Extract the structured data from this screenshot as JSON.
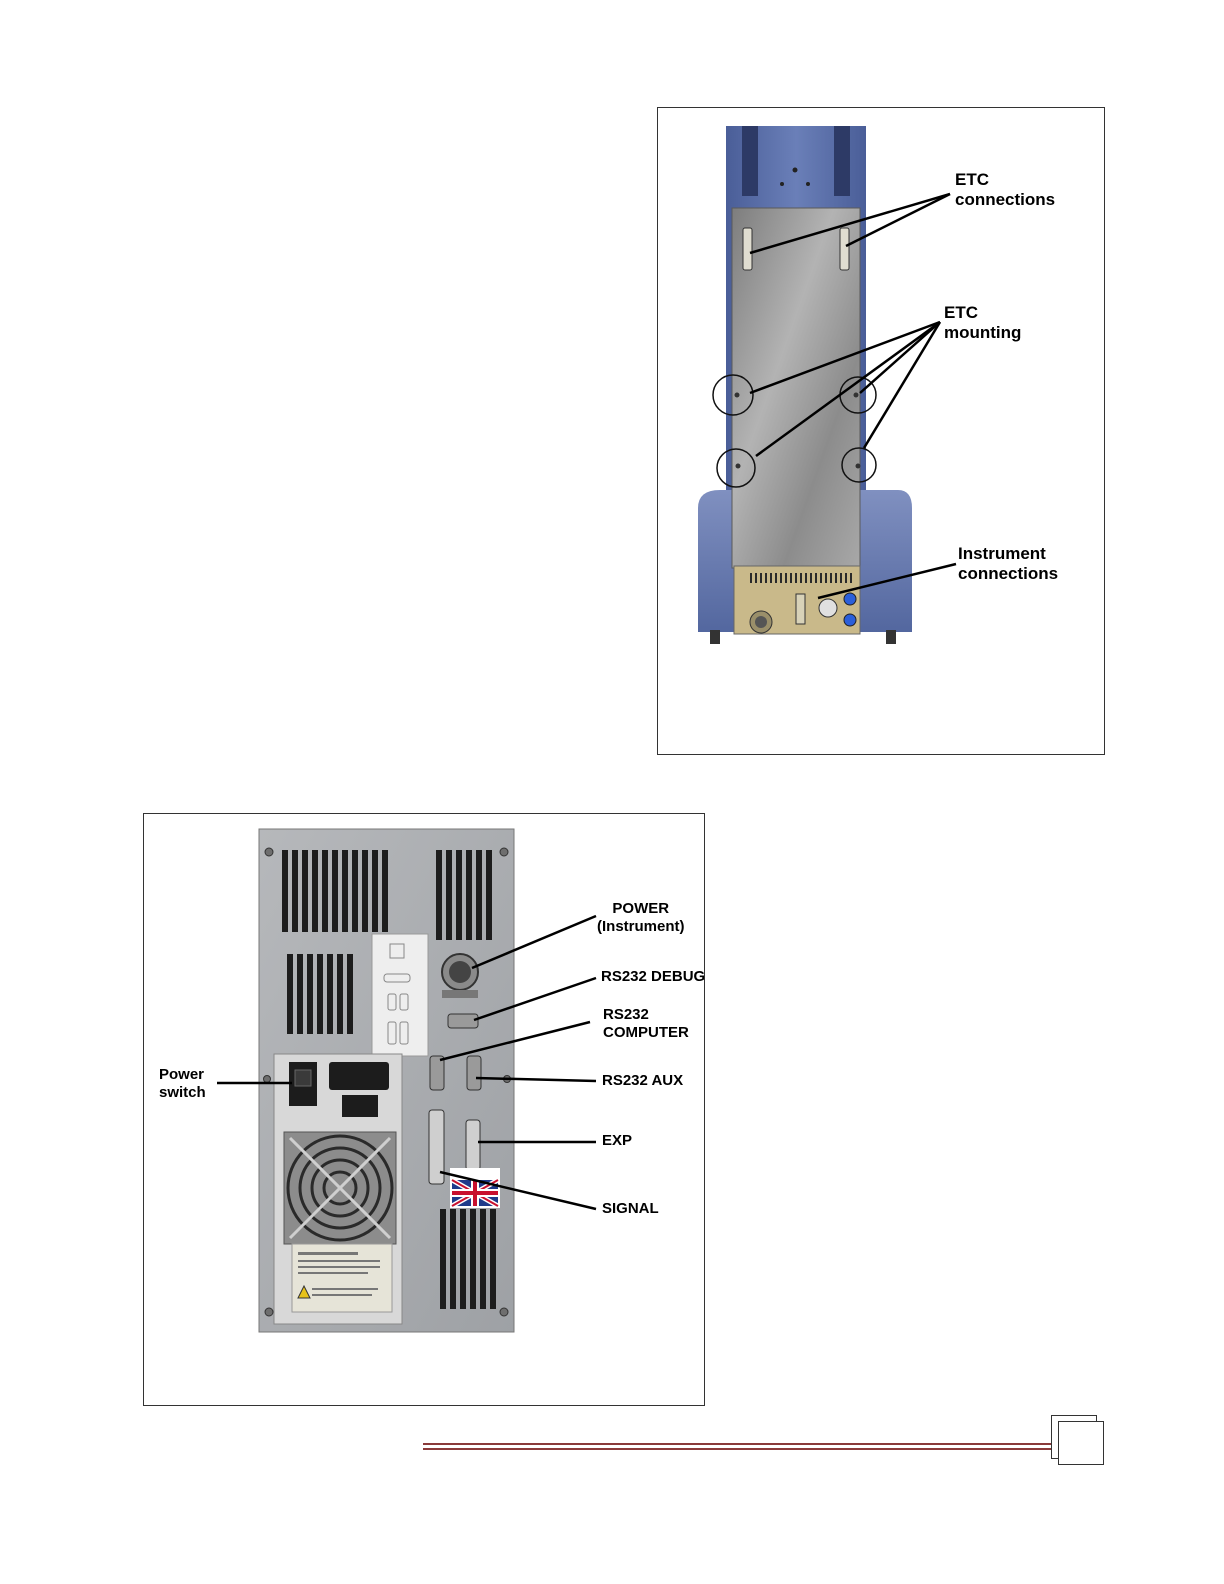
{
  "figure_instrument": {
    "labels": {
      "etc_connections": [
        "ETC",
        "connections"
      ],
      "etc_mounting": [
        "ETC",
        "mounting"
      ],
      "instrument_connections": [
        "Instrument",
        "connections"
      ]
    }
  },
  "figure_base_unit": {
    "labels": {
      "power": [
        "POWER",
        "(Instrument)"
      ],
      "rs232_debug": [
        "RS232 DEBUG"
      ],
      "rs232_computer": [
        "RS232",
        "COMPUTER"
      ],
      "rs232_aux": [
        "RS232 AUX"
      ],
      "exp": [
        "EXP"
      ],
      "signal": [
        "SIGNAL"
      ],
      "power_switch": [
        "Power",
        "switch"
      ]
    }
  },
  "colors": {
    "instrument_blue": "#5a6fa8",
    "steel_plate": "#9a9a9a",
    "panel_grey": "#a9abae",
    "footer_rule": "#8a3a3a"
  }
}
